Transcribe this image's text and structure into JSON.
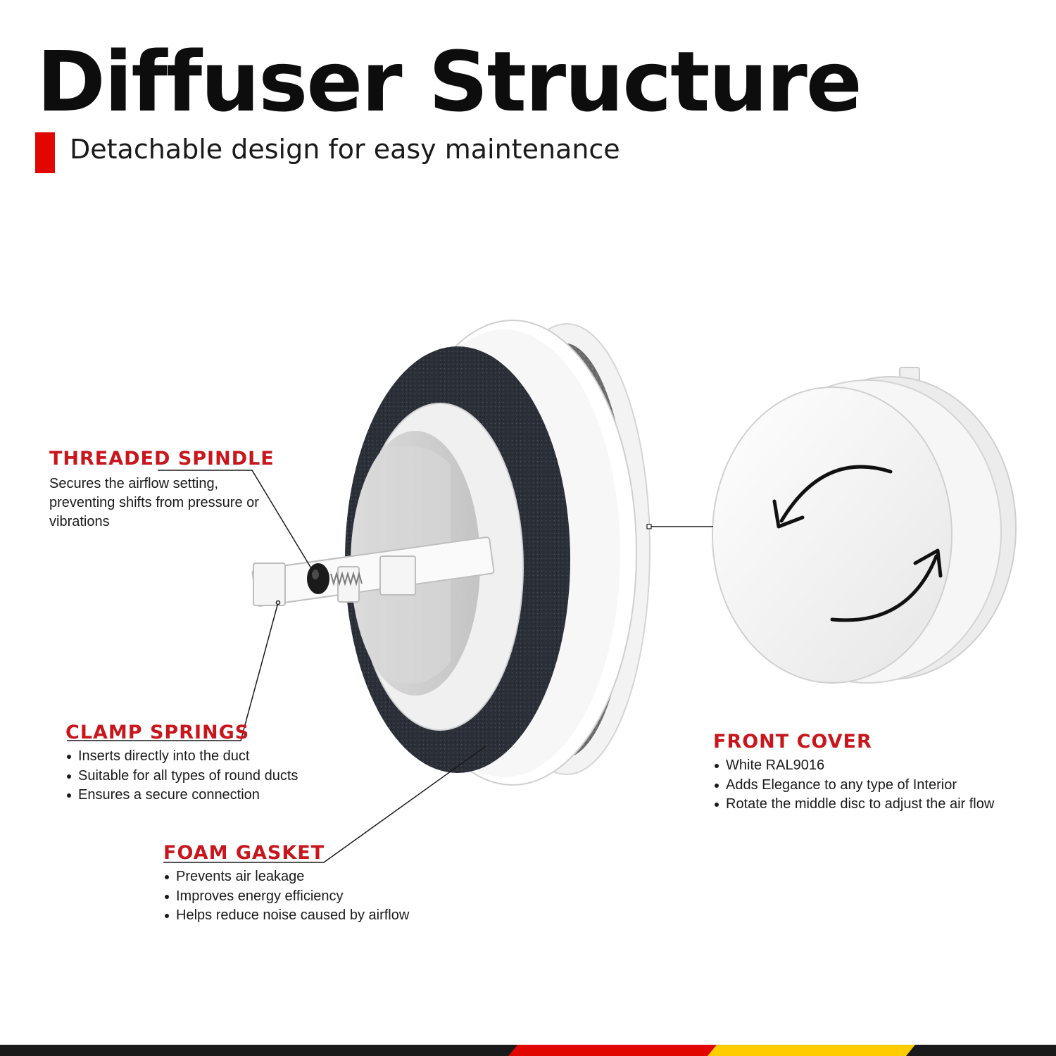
{
  "header": {
    "title": "Diffuser Structure",
    "subtitle": "Detachable design for easy maintenance"
  },
  "callouts": {
    "threaded_spindle": {
      "heading": "THREADED SPINDLE",
      "text": "Secures the airflow setting, preventing shifts from pressure or vibrations"
    },
    "clamp_springs": {
      "heading": "CLAMP SPRINGS",
      "bullets": [
        "Inserts directly into the duct",
        "Suitable for all types of round ducts",
        "Ensures a secure connection"
      ]
    },
    "foam_gasket": {
      "heading": "FOAM GASKET",
      "bullets": [
        "Prevents air leakage",
        "Improves energy efficiency",
        "Helps reduce noise caused by airflow"
      ]
    },
    "front_cover": {
      "heading": "FRONT COVER",
      "bullets": [
        "White RAL9016",
        "Adds Elegance to any type of Interior",
        "Rotate the middle disc to adjust the air flow"
      ]
    }
  },
  "colors": {
    "accent_red": "#e10600",
    "heading_red": "#c8161d",
    "text_dark": "#1a1a1a",
    "foam_dark": "#2b2f38",
    "foam_grey": "#6b6b6b",
    "stripe_yellow": "#ffcc00"
  },
  "icons": {
    "cover_arrows": "rotate-arrows-icon"
  }
}
